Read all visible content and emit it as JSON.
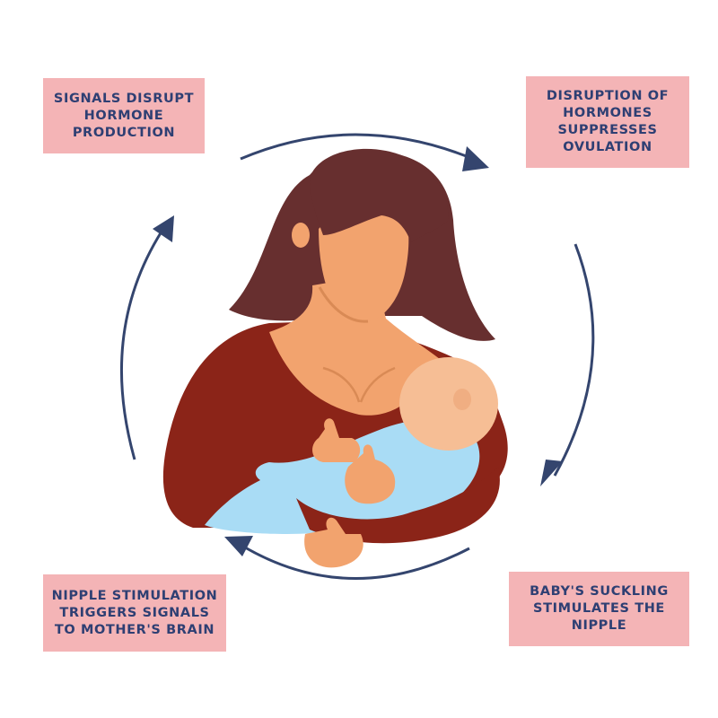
{
  "colors": {
    "box_fill": "#f4b4b6",
    "box_text": "#2e3f73",
    "arrow": "#34456e",
    "hair": "#672f2f",
    "skin": "#f2a36e",
    "shirt": "#8b2418",
    "baby_head": "#f6be95",
    "blanket": "#a9dcf5"
  },
  "steps": {
    "top_left": {
      "lines": [
        "SIGNALS DISRUPT",
        "HORMONE",
        "PRODUCTION"
      ]
    },
    "top_right": {
      "lines": [
        "DISRUPTION OF",
        "HORMONES",
        "SUPPRESSES",
        "OVULATION"
      ]
    },
    "bottom_right": {
      "lines": [
        "BABY'S SUCKLING",
        "STIMULATES THE",
        "NIPPLE"
      ]
    },
    "bottom_left": {
      "lines": [
        "NIPPLE STIMULATION",
        "TRIGGERS SIGNALS",
        "TO MOTHER'S BRAIN"
      ]
    }
  },
  "icons": {
    "illustration": "breastfeeding-mother-icon",
    "cycle_arrows": "circular-arrow-icon"
  }
}
